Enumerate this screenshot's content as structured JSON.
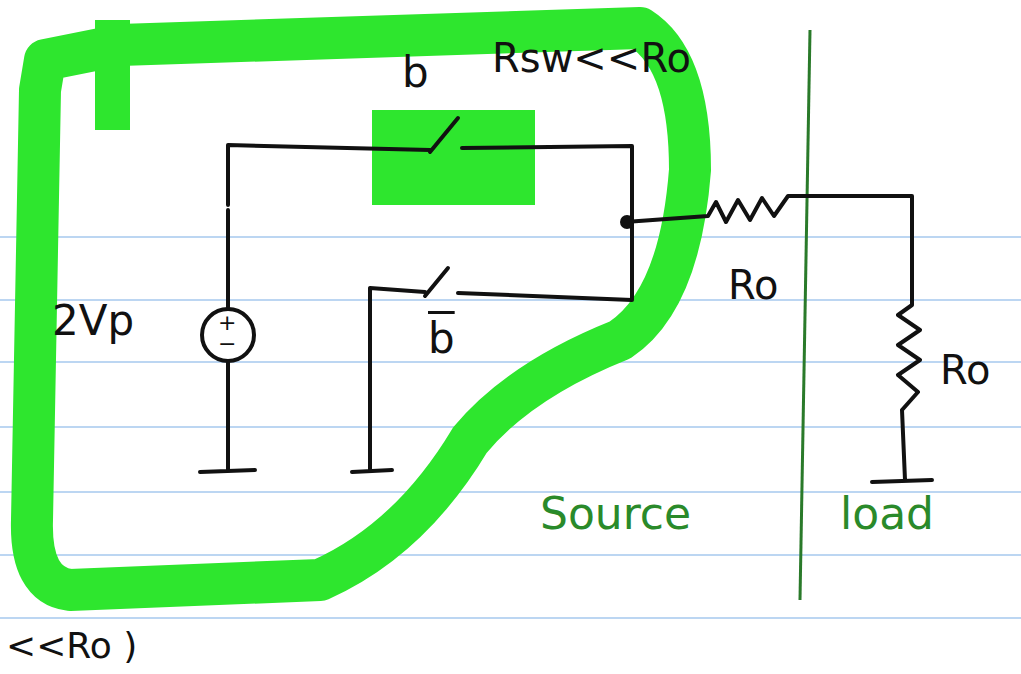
{
  "diagram": {
    "labels": [
      "b",
      "Rsw<<Ro",
      "2Vp",
      "+",
      "−",
      "b",
      "Ro",
      "Ro",
      "Source",
      "load",
      "<<Ro )"
    ]
  }
}
